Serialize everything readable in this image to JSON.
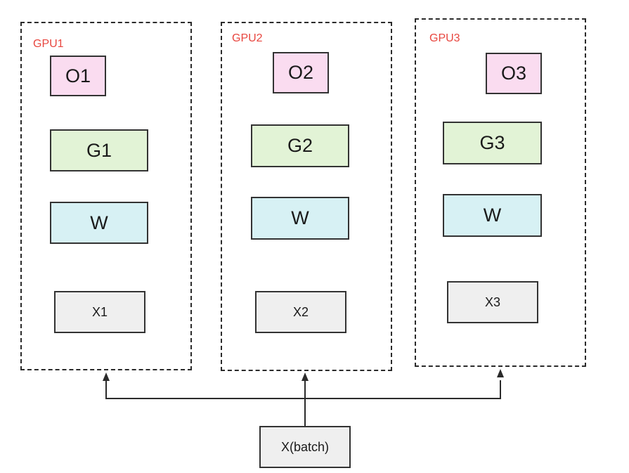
{
  "gpus": [
    {
      "label": "GPU1",
      "output": "O1",
      "gradient": "G1",
      "weight": "W",
      "input": "X1"
    },
    {
      "label": "GPU2",
      "output": "O2",
      "gradient": "G2",
      "weight": "W",
      "input": "X2"
    },
    {
      "label": "GPU3",
      "output": "O3",
      "gradient": "G3",
      "weight": "W",
      "input": "X3"
    }
  ],
  "source": {
    "label": "X(batch)"
  },
  "colors": {
    "gpu_label": "#e8463f",
    "output_fill": "#fadcf0",
    "gradient_fill": "#e2f3d6",
    "weight_fill": "#d7f1f4",
    "input_fill": "#efefef",
    "border": "#333333"
  }
}
